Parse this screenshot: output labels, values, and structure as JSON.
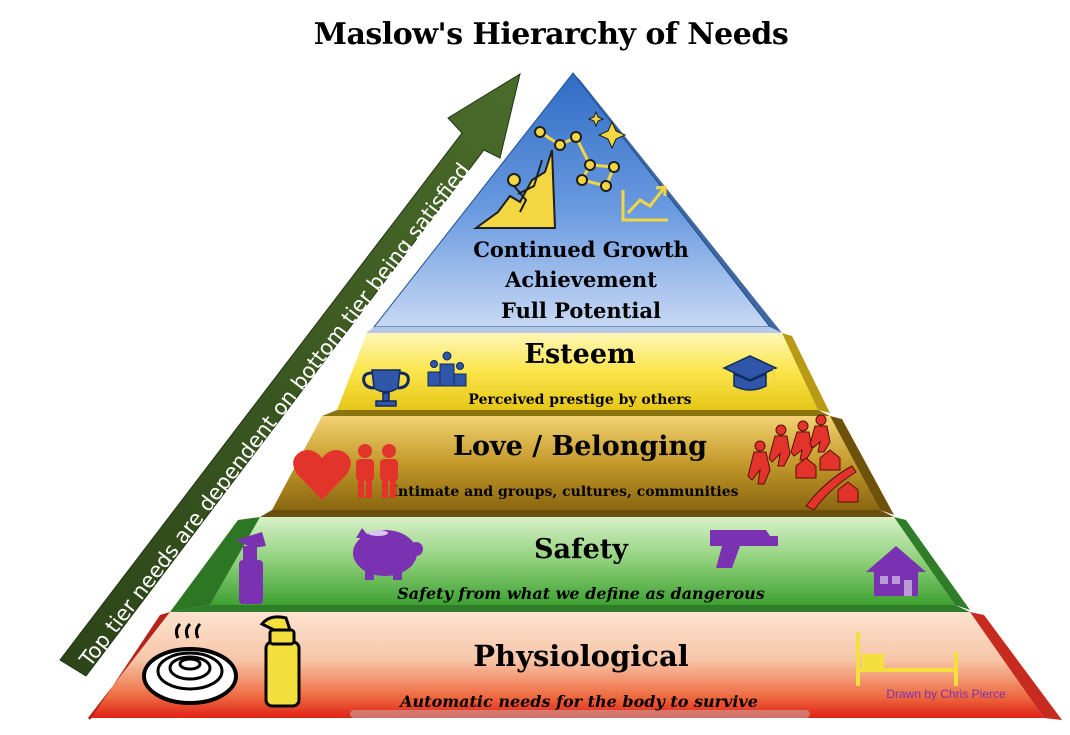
{
  "title": "Maslow's Hierarchy of Needs",
  "arrow_label": "Top tier needs are dependent on bottom tier being satisfied",
  "tiers": {
    "self_actualization": {
      "lines": [
        "Continued Growth",
        "Achievement",
        "Full Potential"
      ],
      "icons": [
        "climber-icon",
        "constellation-icon",
        "sparkle-icon",
        "growth-chart-icon"
      ]
    },
    "esteem": {
      "title": "Esteem",
      "desc": "Perceived prestige by others",
      "icons": [
        "trophy-icon",
        "podium-icon",
        "graduation-cap-icon"
      ]
    },
    "love": {
      "title": "Love / Belonging",
      "desc": "Intimate and groups, cultures, communities",
      "icons": [
        "heart-icon",
        "couple-icon",
        "team-climb-icon",
        "community-icon"
      ]
    },
    "safety": {
      "title": "Safety",
      "desc": "Safety from what we define as dangerous",
      "icons": [
        "fire-extinguisher-icon",
        "piggy-bank-icon",
        "gun-icon",
        "house-icon"
      ]
    },
    "physiological": {
      "title": "Physiological",
      "desc": "Automatic needs for the body to survive",
      "icons": [
        "food-bowl-icon",
        "water-bottle-icon",
        "bed-icon"
      ]
    }
  },
  "credit": "Drawn by Chris Pierce",
  "colors": {
    "sky_blue": "#3a79c9",
    "esteem_yellow": "#f7e335",
    "love_brown": "#a07c16",
    "safety_green": "#5cb547",
    "physio_red": "#e0261c",
    "icon_purple": "#7a32b2",
    "icon_red": "#e2342b",
    "icon_yellow": "#f4e03c",
    "arrow_green": "#3d5b22"
  }
}
